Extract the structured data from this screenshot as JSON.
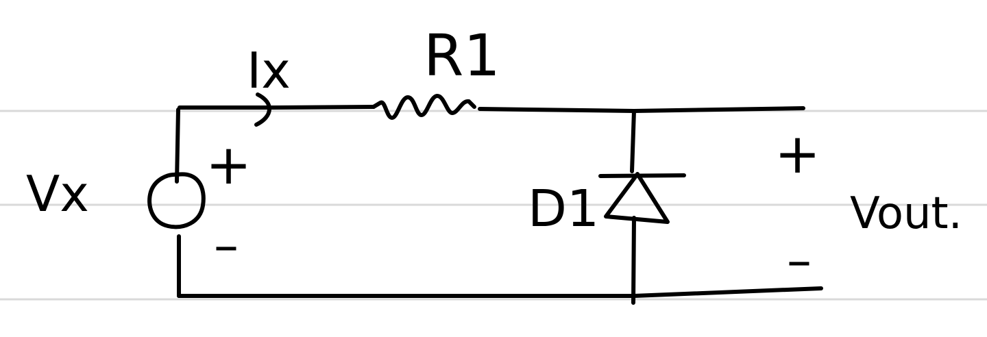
{
  "colors": {
    "paper": "#ffffff",
    "ruled_line": "#d9d9d9",
    "ink": "#000000"
  },
  "labels": {
    "source_voltage": "Vx",
    "source_plus": "+",
    "source_minus": "–",
    "current": "Ix",
    "resistor": "R1",
    "diode": "D1",
    "output_plus": "+",
    "output_minus": "–",
    "output_voltage": "Vout."
  }
}
